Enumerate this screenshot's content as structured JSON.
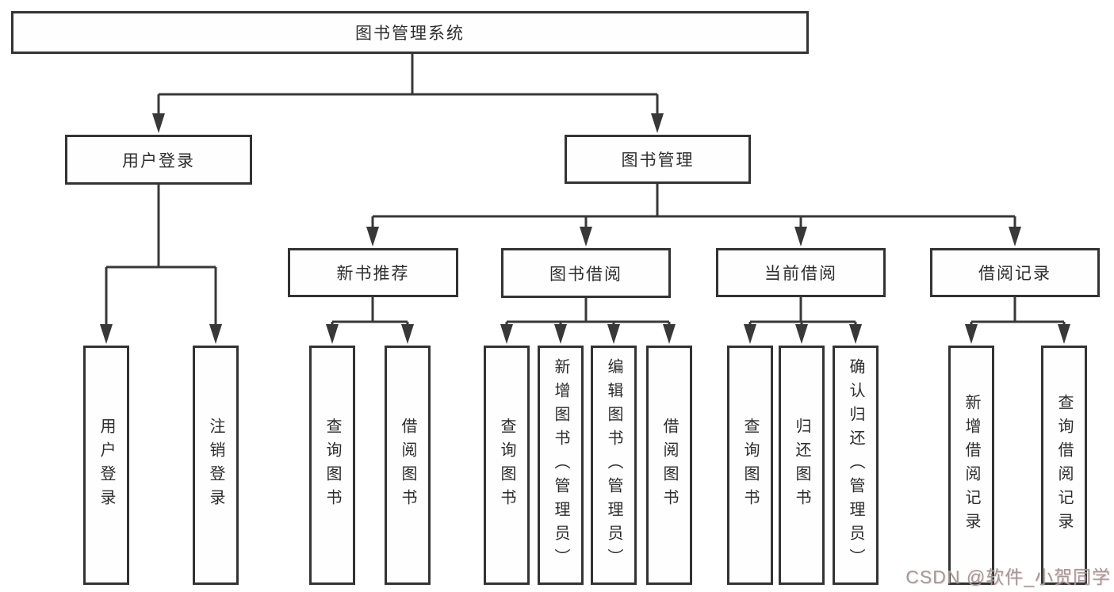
{
  "watermark": {
    "text": "CSDN @软件_小贺同学"
  },
  "colors": {
    "line": "#383838",
    "box_border": "#333333",
    "text": "#2d2d2d",
    "background": "#ffffff",
    "watermark": "#9c9c9c"
  },
  "tree": {
    "label": "图书管理系统",
    "children": [
      {
        "label": "用户登录",
        "children": [
          {
            "label": "用户登录"
          },
          {
            "label": "注销登录"
          }
        ]
      },
      {
        "label": "图书管理",
        "children": [
          {
            "label": "新书推荐",
            "children": [
              {
                "label": "查询图书"
              },
              {
                "label": "借阅图书"
              }
            ]
          },
          {
            "label": "图书借阅",
            "children": [
              {
                "label": "查询图书"
              },
              {
                "label": "新增图书（管理员）"
              },
              {
                "label": "编辑图书（管理员）"
              },
              {
                "label": "借阅图书"
              }
            ]
          },
          {
            "label": "当前借阅",
            "children": [
              {
                "label": "查询图书"
              },
              {
                "label": "归还图书"
              },
              {
                "label": "确认归还（管理员）"
              }
            ]
          },
          {
            "label": "借阅记录",
            "children": [
              {
                "label": "新增借阅记录"
              },
              {
                "label": "查询借阅记录"
              }
            ]
          }
        ]
      }
    ]
  }
}
